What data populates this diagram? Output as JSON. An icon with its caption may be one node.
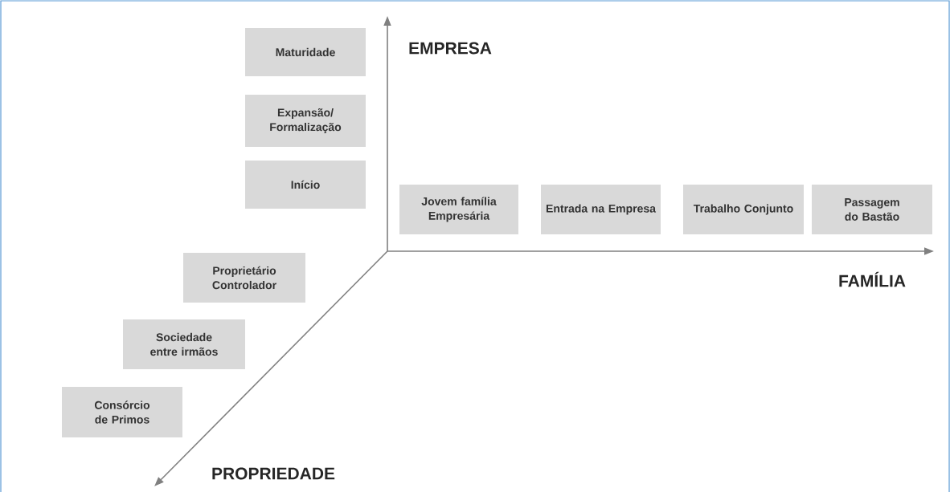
{
  "diagram": {
    "nodes": [
      {
        "text": [
          "Maturidade"
        ]
      },
      {
        "text": [
          "Expansão/ Formalização"
        ]
      },
      {
        "text": [
          "Início"
        ]
      },
      {
        "text": [
          "Jovem família Empresária"
        ]
      },
      {
        "text": [
          "Entrada na Empresa"
        ]
      },
      {
        "text": [
          "Trabalho Conjunto"
        ]
      },
      {
        "text": [
          "Passagem do Bastão"
        ]
      },
      {
        "text": [
          "Proprietário Controlador"
        ]
      },
      {
        "text": [
          "Sociedade entre irmãos"
        ]
      },
      {
        "text": [
          "Consórcio de Primos"
        ]
      }
    ],
    "labels": [
      "EMPRESA",
      "FAMÍLIA",
      "PROPRIEDADE"
    ]
  }
}
